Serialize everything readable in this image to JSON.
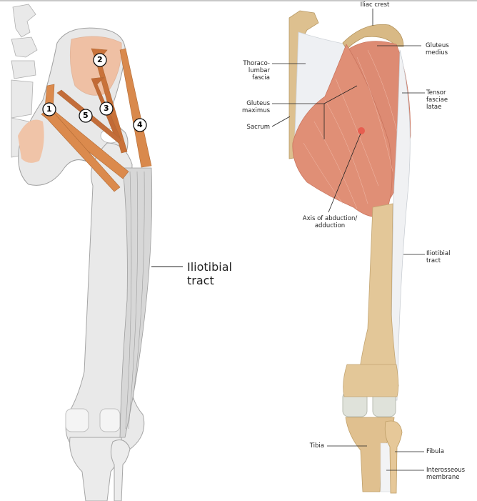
{
  "left_figure": {
    "numbers": [
      {
        "id": "1",
        "label": "1"
      },
      {
        "id": "2",
        "label": "2"
      },
      {
        "id": "3",
        "label": "3"
      },
      {
        "id": "4",
        "label": "4"
      },
      {
        "id": "5",
        "label": "5"
      }
    ],
    "label_iliotibial": "Iliotibial\ntract"
  },
  "right_figure": {
    "labels": {
      "iliac_crest": "Iliac crest",
      "gluteus_medius": "Gluteus\nmedius",
      "thoracolumbar_fascia": "Thoraco-\nlumbar\nfascia",
      "tensor_fasciae_latae": "Tensor\nfasciae\nlatae",
      "gluteus_maximus": "Gluteus\nmaximus",
      "sacrum": "Sacrum",
      "axis": "Axis of abduction/\nadduction",
      "iliotibial_tract": "Iliotibial\ntract",
      "tibia": "Tibia",
      "fibula": "Fibula",
      "interosseous_membrane": "Interosseous\nmembrane"
    }
  },
  "colors": {
    "bone_gray": "#e6e6e6",
    "bone_outline": "#9a9a9a",
    "muscle_orange": "#d98a4e",
    "muscle_pale": "#efc2a8",
    "muscle_red": "#d9826b",
    "bone_tan": "#e2c595",
    "fascia_white": "#eef0f2",
    "axis_dot": "#e8564a"
  }
}
